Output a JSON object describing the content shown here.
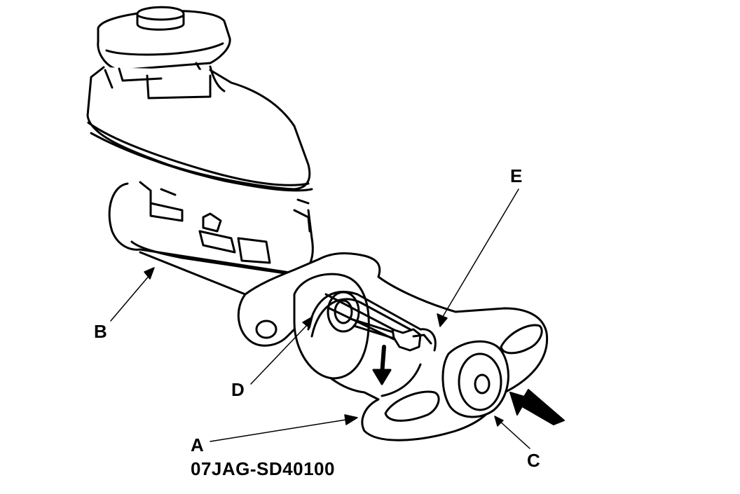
{
  "labels": {
    "a": "A",
    "b": "B",
    "c": "C",
    "d": "D",
    "e": "E"
  },
  "part_number": "07JAG-SD40100",
  "colors": {
    "line": "#000000",
    "background": "#ffffff"
  }
}
